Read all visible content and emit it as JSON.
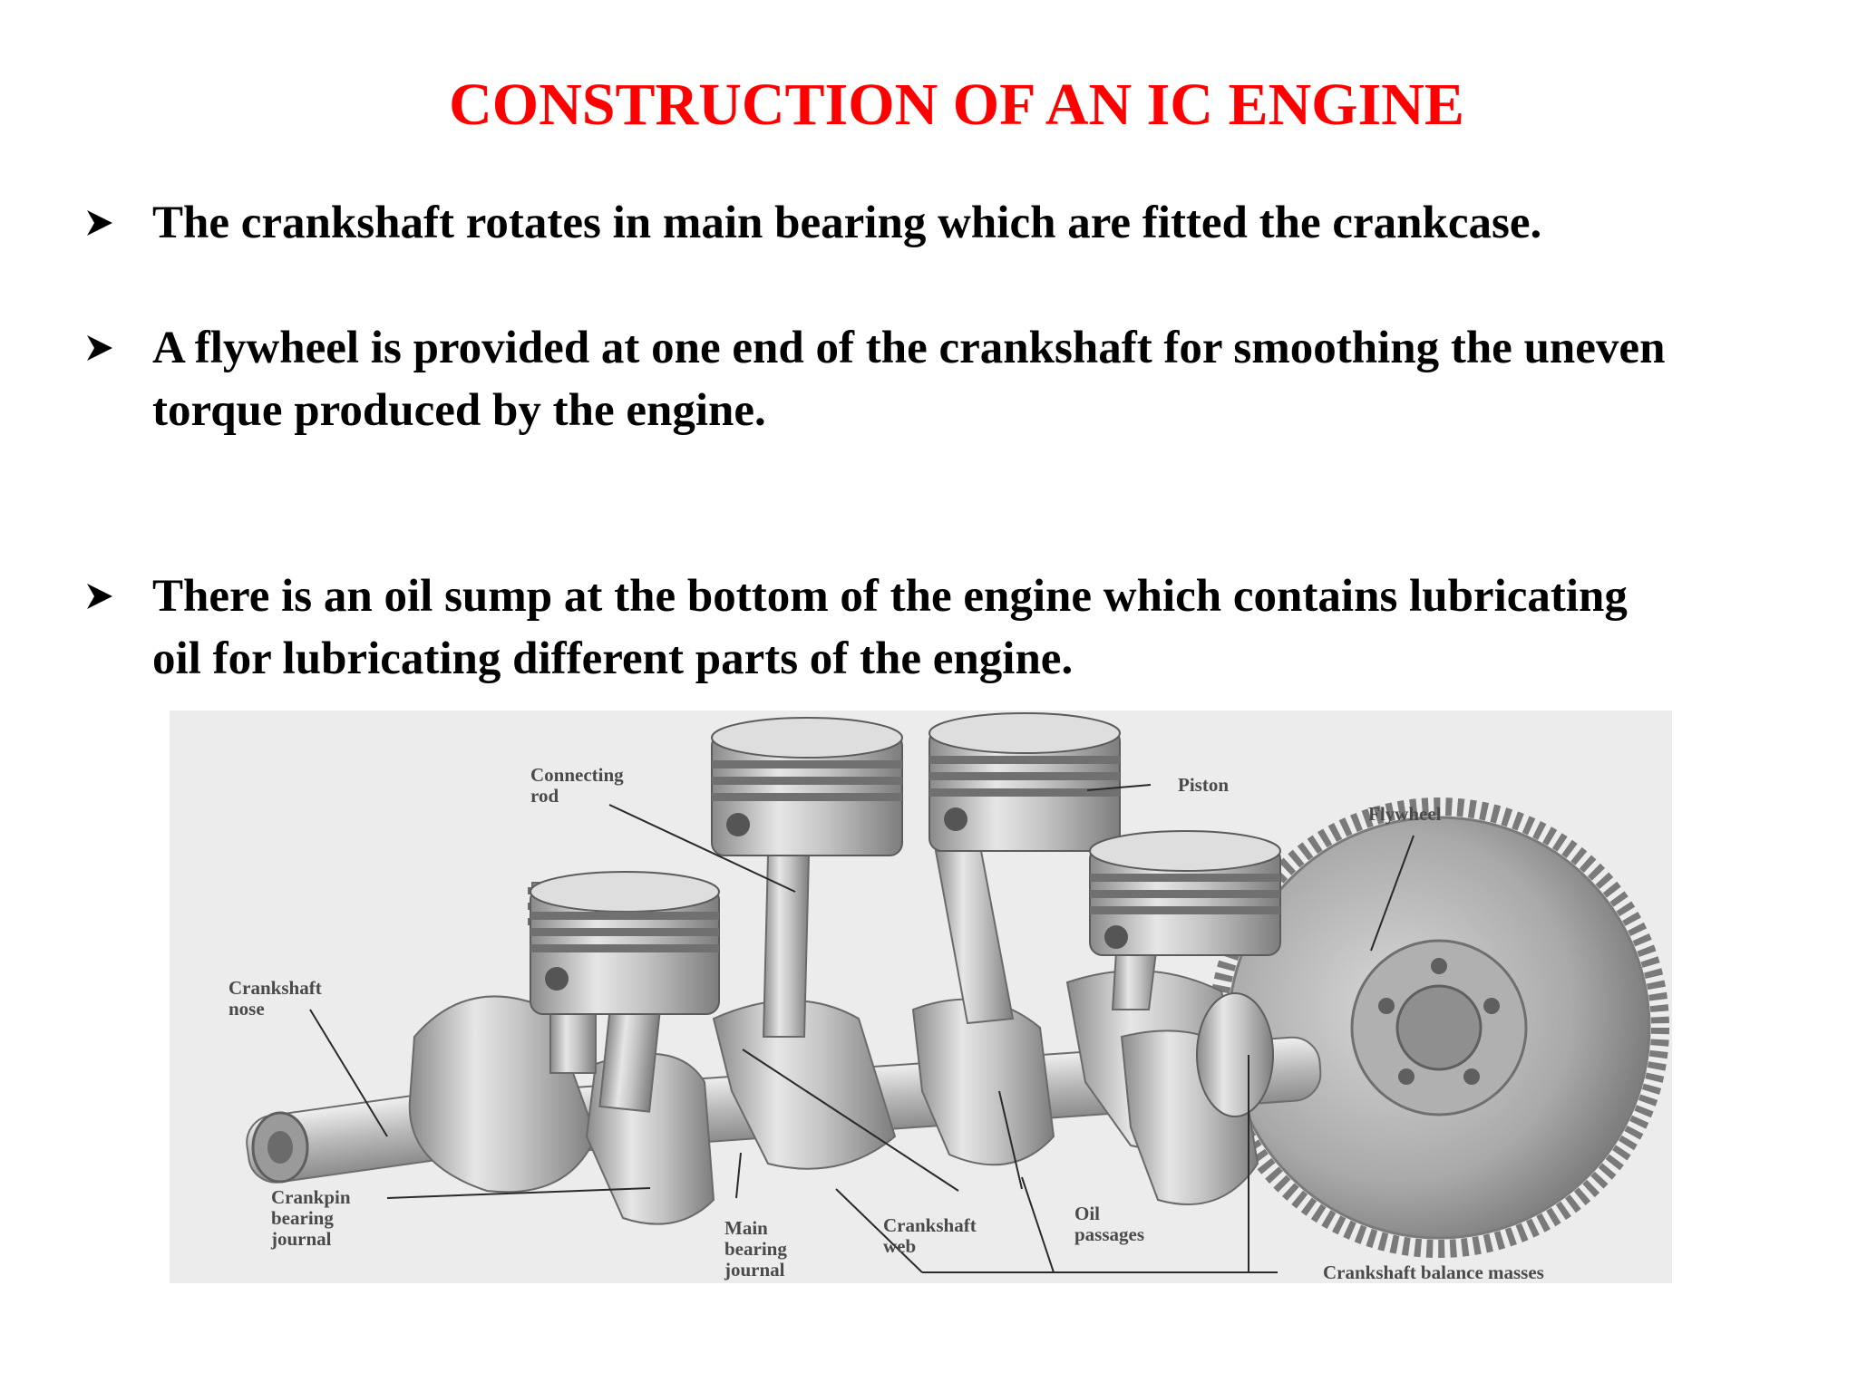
{
  "title": "CONSTRUCTION OF AN IC ENGINE",
  "bullets": [
    {
      "lines": [
        "The crankshaft rotates in main bearing which are fitted the crankcase."
      ]
    },
    {
      "lines": [
        "A flywheel is provided at one end of the crankshaft for smoothing the uneven",
        "torque produced by the engine."
      ]
    },
    {
      "lines": [
        "There is an oil sump at the bottom of the engine  which contains lubricating",
        "oil for lubricating different parts of the engine."
      ]
    }
  ],
  "diagram": {
    "labels": {
      "connecting_rod": [
        "Connecting",
        "rod"
      ],
      "piston": [
        "Piston"
      ],
      "flywheel": [
        "Flywheel"
      ],
      "crankshaft_nose": [
        "Crankshaft",
        "nose"
      ],
      "crankpin_bearing_journal": [
        "Crankpin",
        "bearing",
        "journal"
      ],
      "main_bearing_journal": [
        "Main",
        "bearing",
        "journal"
      ],
      "crankshaft_web": [
        "Crankshaft",
        "web"
      ],
      "oil_passages": [
        "Oil",
        "passages"
      ],
      "crankshaft_balance_masses": [
        "Crankshaft balance masses"
      ]
    }
  }
}
